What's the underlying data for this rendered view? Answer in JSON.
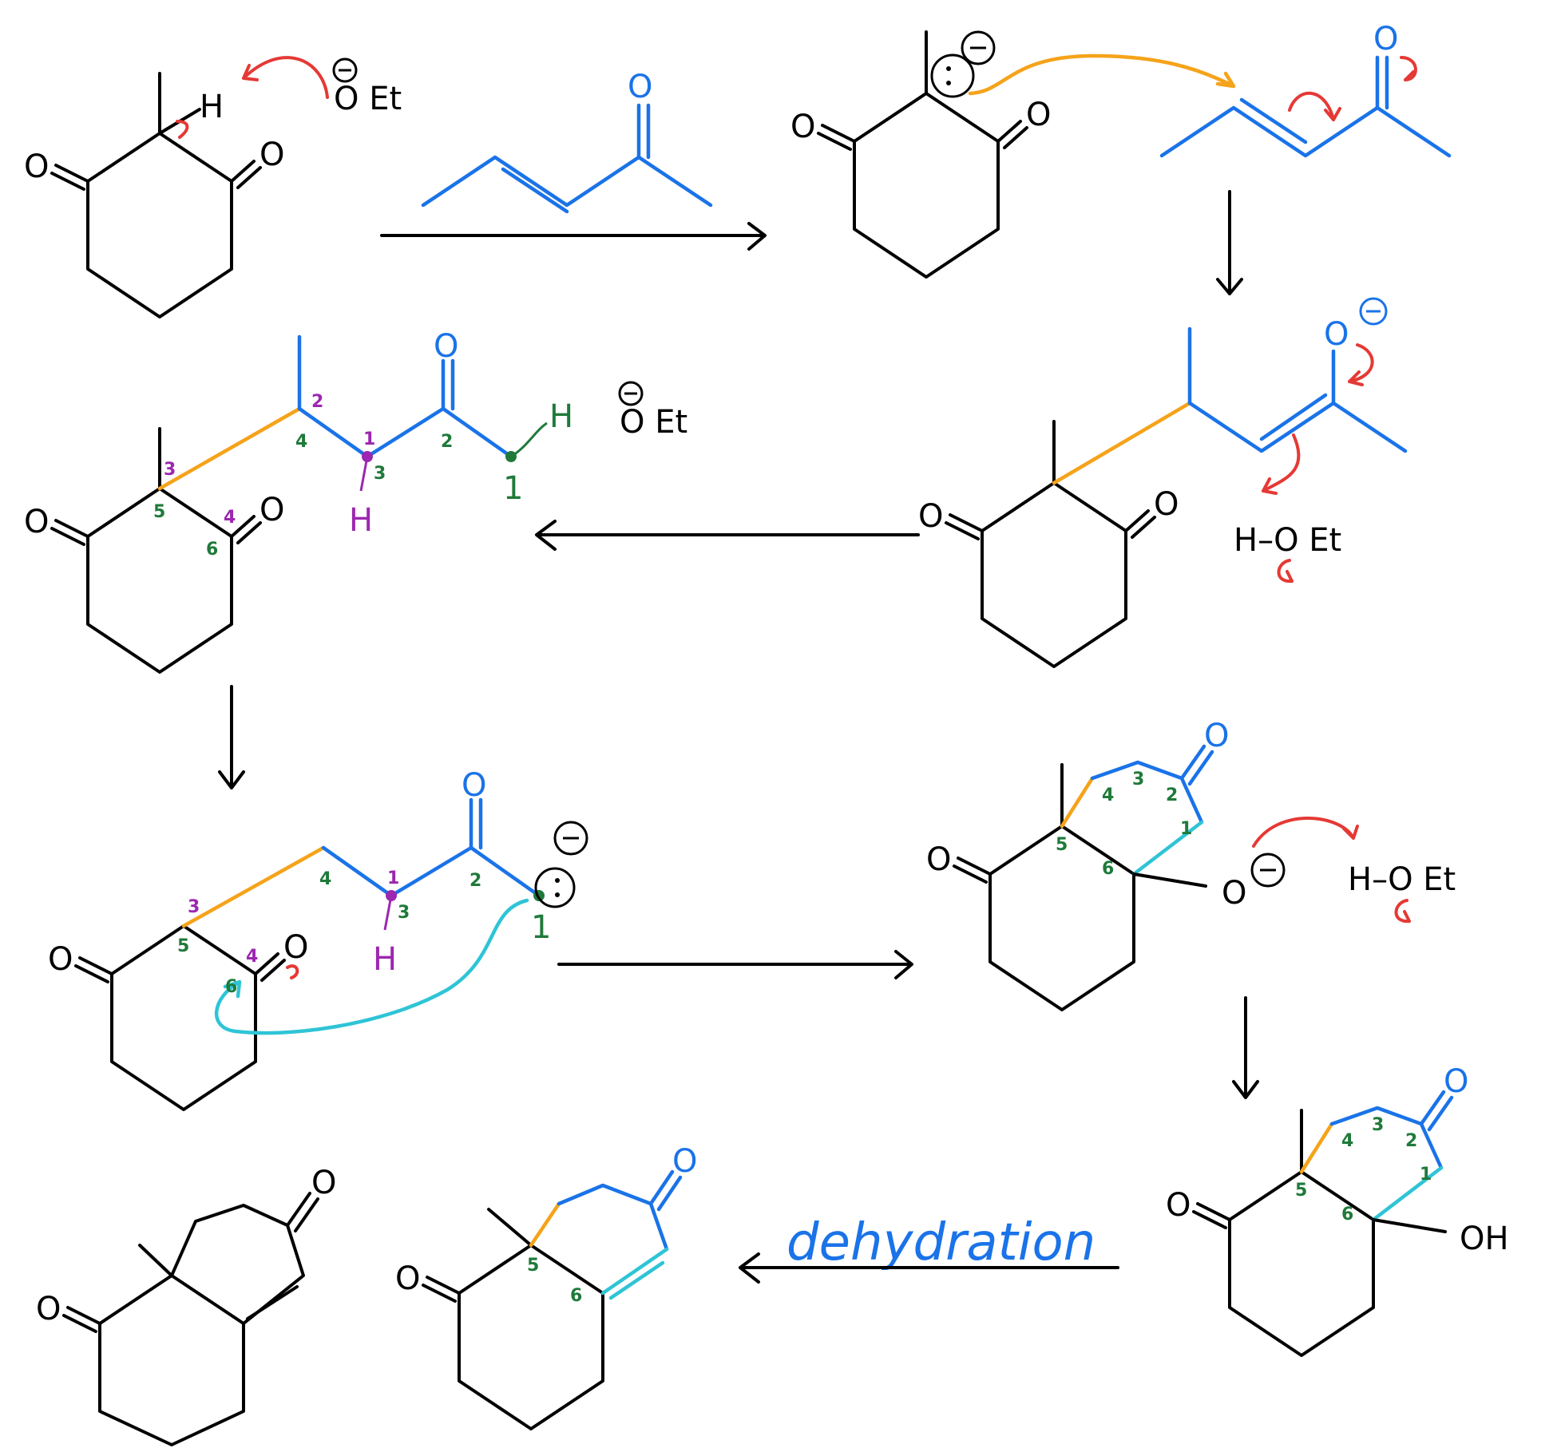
{
  "colors": {
    "skeleton": "#000000",
    "enone": "#1a73e8",
    "new_bond_michael": "#f5a31a",
    "new_bond_aldol": "#2ec4d6",
    "electron_arrows": "#e53935",
    "green_numbers": "#1f7a3a",
    "purple_numbers": "#9c27b0"
  },
  "labels": {
    "O": "O",
    "H": "H",
    "OEt": "O Et",
    "HOEt": "H–O Et",
    "OH": "OH",
    "minus": "−",
    "dehydration": "dehydration"
  },
  "nums": {
    "n1": "1",
    "n2": "2",
    "n3": "3",
    "n4": "4",
    "n5": "5",
    "n6": "6"
  }
}
